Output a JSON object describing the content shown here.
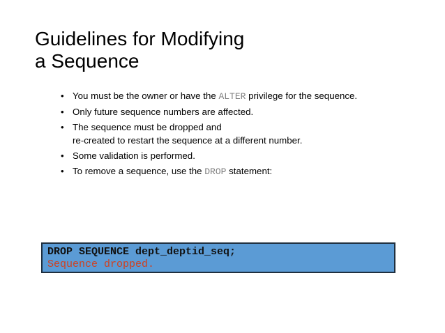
{
  "title": {
    "line1": "Guidelines for Modifying",
    "line2": "a Sequence"
  },
  "bullets": [
    {
      "before": "You must be the owner or have the ",
      "code": "ALTER",
      "after": " privilege for the sequence."
    },
    {
      "text": "Only future sequence numbers are affected."
    },
    {
      "line1": "The sequence must be dropped and",
      "line2": "re-created to restart the sequence at a different number."
    },
    {
      "text": "Some validation is performed."
    },
    {
      "before": "To remove a sequence, use the ",
      "code": "DROP",
      "after": " statement:"
    }
  ],
  "bullet_glyph": "•",
  "code_box": {
    "command": "DROP SEQUENCE dept_deptid_seq;",
    "result": "Sequence dropped.",
    "background_color": "#5b9bd5",
    "result_color": "#d0401f"
  }
}
